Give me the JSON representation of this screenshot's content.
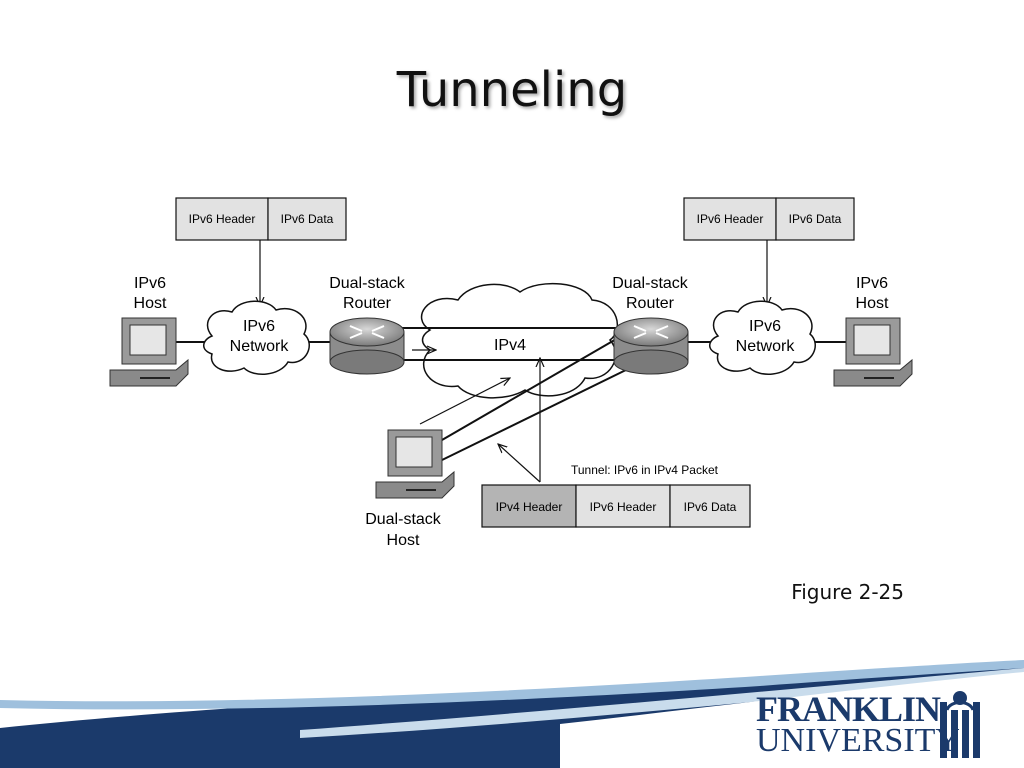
{
  "slide": {
    "title": "Tunneling",
    "figure_label": "Figure 2-25"
  },
  "diagram": {
    "top_left_packet": {
      "header": "IPv6 Header",
      "data": "IPv6 Data"
    },
    "top_right_packet": {
      "header": "IPv6 Header",
      "data": "IPv6 Data"
    },
    "left_host": {
      "line1": "IPv6",
      "line2": "Host"
    },
    "right_host": {
      "line1": "IPv6",
      "line2": "Host"
    },
    "left_network": {
      "line1": "IPv6",
      "line2": "Network"
    },
    "right_network": {
      "line1": "IPv6",
      "line2": "Network"
    },
    "left_router": {
      "line1": "Dual-stack",
      "line2": "Router"
    },
    "right_router": {
      "line1": "Dual-stack",
      "line2": "Router"
    },
    "ipv4_cloud": "IPv4",
    "dual_stack_host": {
      "line1": "Dual-stack",
      "line2": "Host"
    },
    "tunnel_caption": "Tunnel: IPv6 in IPv4 Packet",
    "tunnel_packet": {
      "ipv4_header": "IPv4 Header",
      "ipv6_header": "IPv6 Header",
      "ipv6_data": "IPv6 Data"
    }
  },
  "logo": {
    "line1": "FRANKLIN",
    "line2": "UNIVERSITY"
  },
  "colors": {
    "navy": "#1b3a6b",
    "light_blue": "#9fc0dd",
    "grey_box": "#b4b4b4",
    "light_box": "#e2e2e2"
  }
}
